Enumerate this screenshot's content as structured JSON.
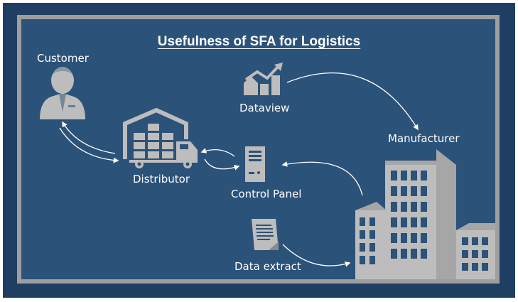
{
  "title": "Usefulness of SFA for Logistics",
  "nodes": {
    "customer": "Customer",
    "dataview": "Dataview",
    "distributor": "Distributor",
    "control_panel": "Control Panel",
    "manufacturer": "Manufacturer",
    "data_extract": "Data extract"
  },
  "icons": {
    "customer": "person-icon",
    "dataview": "bar-chart-trend-icon",
    "distributor": "warehouse-truck-icon",
    "control_panel": "server-tower-icon",
    "manufacturer": "office-buildings-icon",
    "data_extract": "document-icon"
  },
  "colors": {
    "outer_frame": "#1f3f62",
    "inner_frame": "#9e9e9e",
    "panel": "#2b5279",
    "icon": "#bdbdbd",
    "text": "#ffffff"
  }
}
